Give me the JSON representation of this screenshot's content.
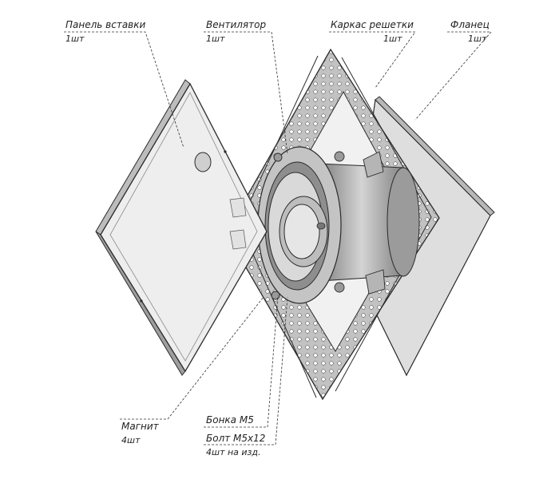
{
  "callouts": {
    "panel": {
      "name": "Панель вставки",
      "qty": "1шт"
    },
    "fan": {
      "name": "Вентилятор",
      "qty": "1шт"
    },
    "frame": {
      "name": "Каркас решетки",
      "qty": "1шт"
    },
    "flange": {
      "name": "Фланец",
      "qty": "1шт"
    },
    "magnet": {
      "name": "Магнит",
      "qty": "4шт"
    },
    "nut": {
      "name": "Бонка М5"
    },
    "bolt": {
      "name": "Болт М5х12",
      "qty": "4шт на изд."
    }
  },
  "colors": {
    "line": "#2b2b2b",
    "panel_face": "#eeeeee",
    "panel_edge": "#bdbdbd",
    "flange_face": "#dedede",
    "frame_face": "#c9c9c9",
    "fan_body": "#a9a9a9",
    "fan_ring": "#c7c7c7"
  }
}
